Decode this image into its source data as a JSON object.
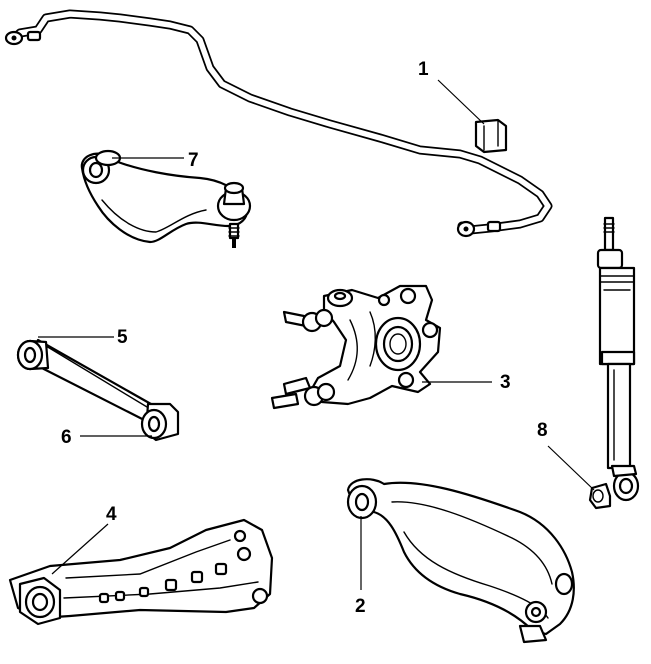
{
  "callouts": {
    "c1": "1",
    "c2": "2",
    "c3": "3",
    "c4": "4",
    "c5": "5",
    "c6": "6",
    "c7": "7",
    "c8": "8"
  },
  "parts": {
    "stabilizer_bar": "stabilizer-bar",
    "stabilizer_bushing": "stabilizer-bushing",
    "lower_control_arm": "lower-control-arm",
    "steering_knuckle": "steering-knuckle",
    "trailing_arm": "trailing-arm",
    "lateral_link": "lateral-link",
    "upper_control_arm": "upper-control-arm",
    "shock_absorber": "shock-absorber",
    "shock_bushing": "shock-bushing"
  }
}
